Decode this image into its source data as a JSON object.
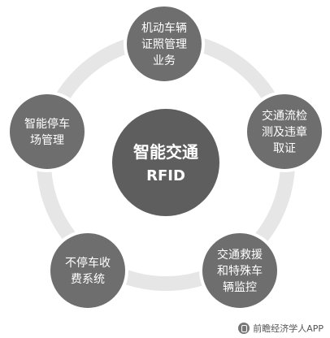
{
  "diagram": {
    "center": {
      "lines": [
        "智能交通",
        "RFID"
      ]
    },
    "nodes": [
      {
        "id": "vehicle-management",
        "lines": [
          "机动车辆",
          "证照管理",
          "业务"
        ]
      },
      {
        "id": "traffic-flow",
        "lines": [
          "交通流检",
          "测及违章",
          "取证"
        ]
      },
      {
        "id": "rescue-monitoring",
        "lines": [
          "交通救援",
          "和特殊车",
          "辆监控"
        ]
      },
      {
        "id": "non-stop-toll",
        "lines": [
          "不停车收",
          "费系统"
        ]
      },
      {
        "id": "parking-management",
        "lines": [
          "智能停车",
          "场管理"
        ]
      }
    ]
  },
  "credit": {
    "text": "前瞻经济学人APP",
    "icon": "qianzhan-logo-icon"
  },
  "colors": {
    "ring": "#e6e6e6",
    "node": "#6e6e6e",
    "center": "#5e5e5e",
    "node_stroke": "#ffffff"
  }
}
